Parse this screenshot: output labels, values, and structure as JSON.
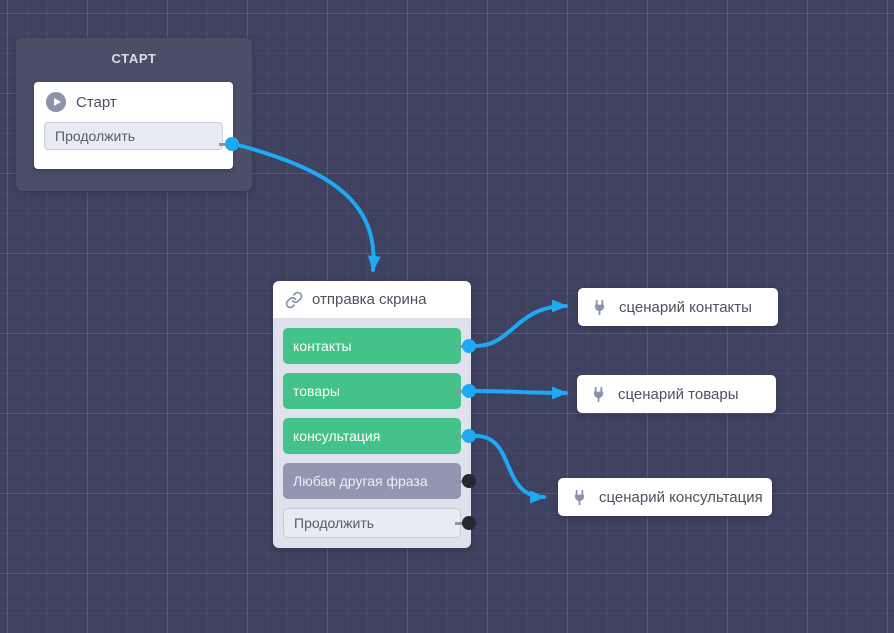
{
  "colors": {
    "background": "#3e4260",
    "accent_blue": "#1ea9f2",
    "button_green": "#43c389",
    "button_gray": "#9197b1",
    "node_panel_dark": "#4a4e67",
    "node_body_lavender": "#dfe1ec",
    "port_dark": "#26282f"
  },
  "start_node": {
    "title": "СТАРТ",
    "trigger": {
      "icon": "play-icon",
      "label": "Старт"
    },
    "button": {
      "label": "Продолжить"
    }
  },
  "scenario_node": {
    "icon": "link-icon",
    "title": "отправка скрина",
    "buttons": [
      {
        "label": "контакты",
        "style": "green",
        "port": "blue"
      },
      {
        "label": "товары",
        "style": "green",
        "port": "blue"
      },
      {
        "label": "консультация",
        "style": "green",
        "port": "blue"
      },
      {
        "label": "Любая другая фраза",
        "style": "gray",
        "port": "dark"
      },
      {
        "label": "Продолжить",
        "style": "light",
        "port": "dark"
      }
    ]
  },
  "target_nodes": [
    {
      "icon": "plug-icon",
      "label": "сценарий контакты"
    },
    {
      "icon": "plug-icon",
      "label": "сценарий товары"
    },
    {
      "icon": "plug-icon",
      "label": "сценарий консультация"
    }
  ]
}
